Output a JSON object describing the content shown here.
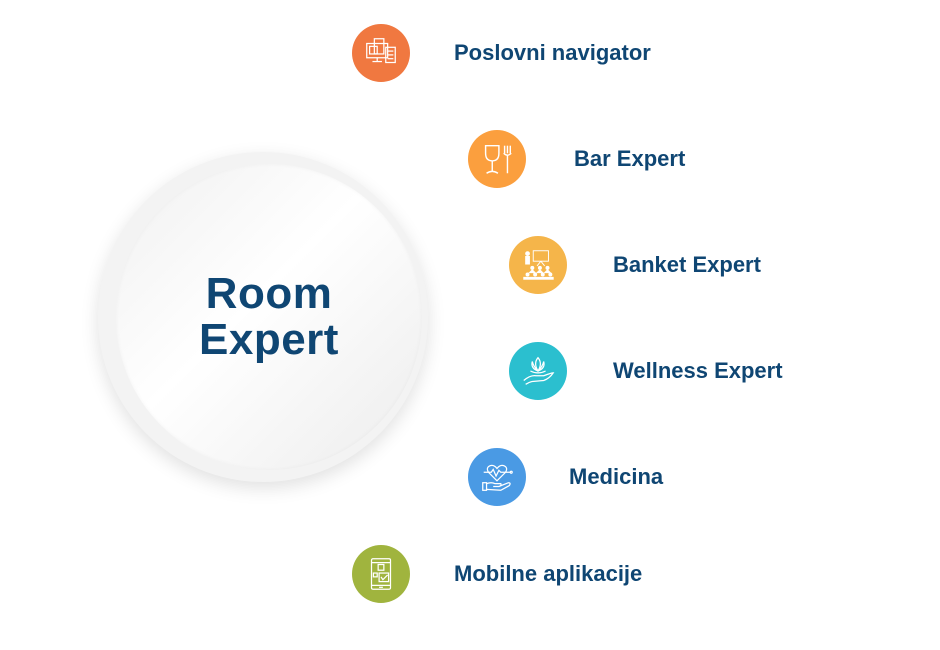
{
  "center": {
    "line1": "Room",
    "line2": "Expert"
  },
  "items": [
    {
      "label": "Poslovni navigator",
      "icon": "business-documents-icon",
      "color": "#f07840"
    },
    {
      "label": "Bar Expert",
      "icon": "glass-fork-icon",
      "color": "#fb9f3e"
    },
    {
      "label": "Banket Expert",
      "icon": "presentation-audience-icon",
      "color": "#f5b54a"
    },
    {
      "label": "Wellness Expert",
      "icon": "lotus-hand-icon",
      "color": "#2bbfcf"
    },
    {
      "label": "Medicina",
      "icon": "heart-hand-icon",
      "color": "#4a9ae4"
    },
    {
      "label": "Mobilne aplikacije",
      "icon": "mobile-app-icon",
      "color": "#a0b43e"
    }
  ]
}
